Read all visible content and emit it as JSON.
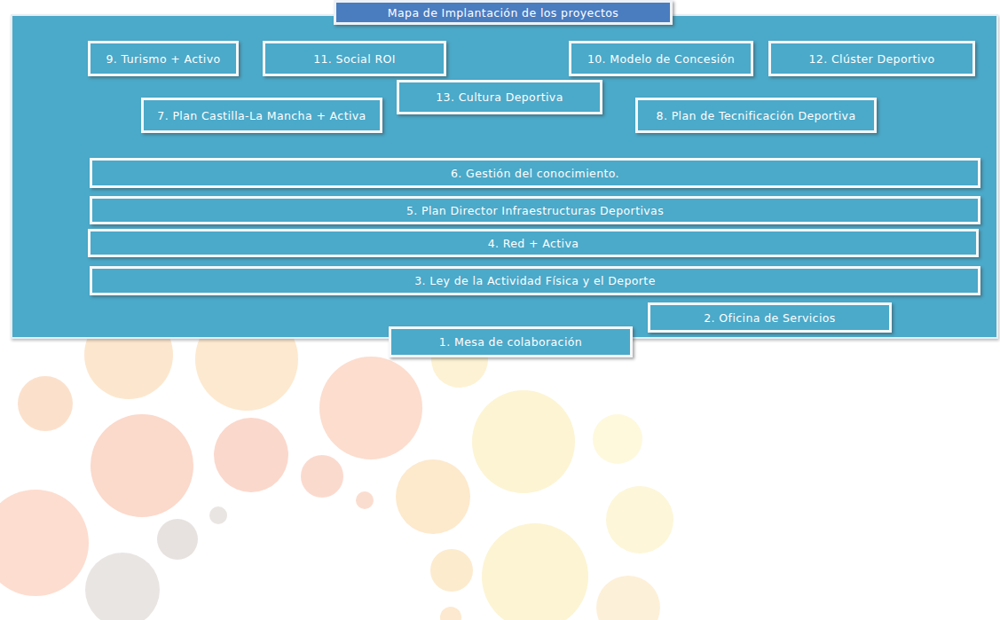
{
  "diagram": {
    "nodes": [
      {
        "text": [
          "Mapa de Implantación de los proyectos"
        ]
      },
      {
        "text": [
          "9. Turismo + Activo"
        ]
      },
      {
        "text": [
          "11. Social ROI"
        ]
      },
      {
        "text": [
          "10. Modelo de Concesión"
        ]
      },
      {
        "text": [
          "12. Clúster Deportivo"
        ]
      },
      {
        "text": [
          "13. Cultura Deportiva"
        ]
      },
      {
        "text": [
          "7. Plan Castilla-La Mancha + Activa"
        ]
      },
      {
        "text": [
          "8. Plan de Tecnificación Deportiva"
        ]
      },
      {
        "text": [
          "6. Gestión del conocimiento."
        ]
      },
      {
        "text": [
          "5. Plan Director Infraestructuras Deportivas"
        ]
      },
      {
        "text": [
          "4. Red + Activa"
        ]
      },
      {
        "text": [
          "3. Ley de la Actividad Física y el Deporte"
        ]
      },
      {
        "text": [
          "2. Oficina de Servicios"
        ]
      },
      {
        "text": [
          "1. Mesa de colaboración"
        ]
      }
    ]
  }
}
